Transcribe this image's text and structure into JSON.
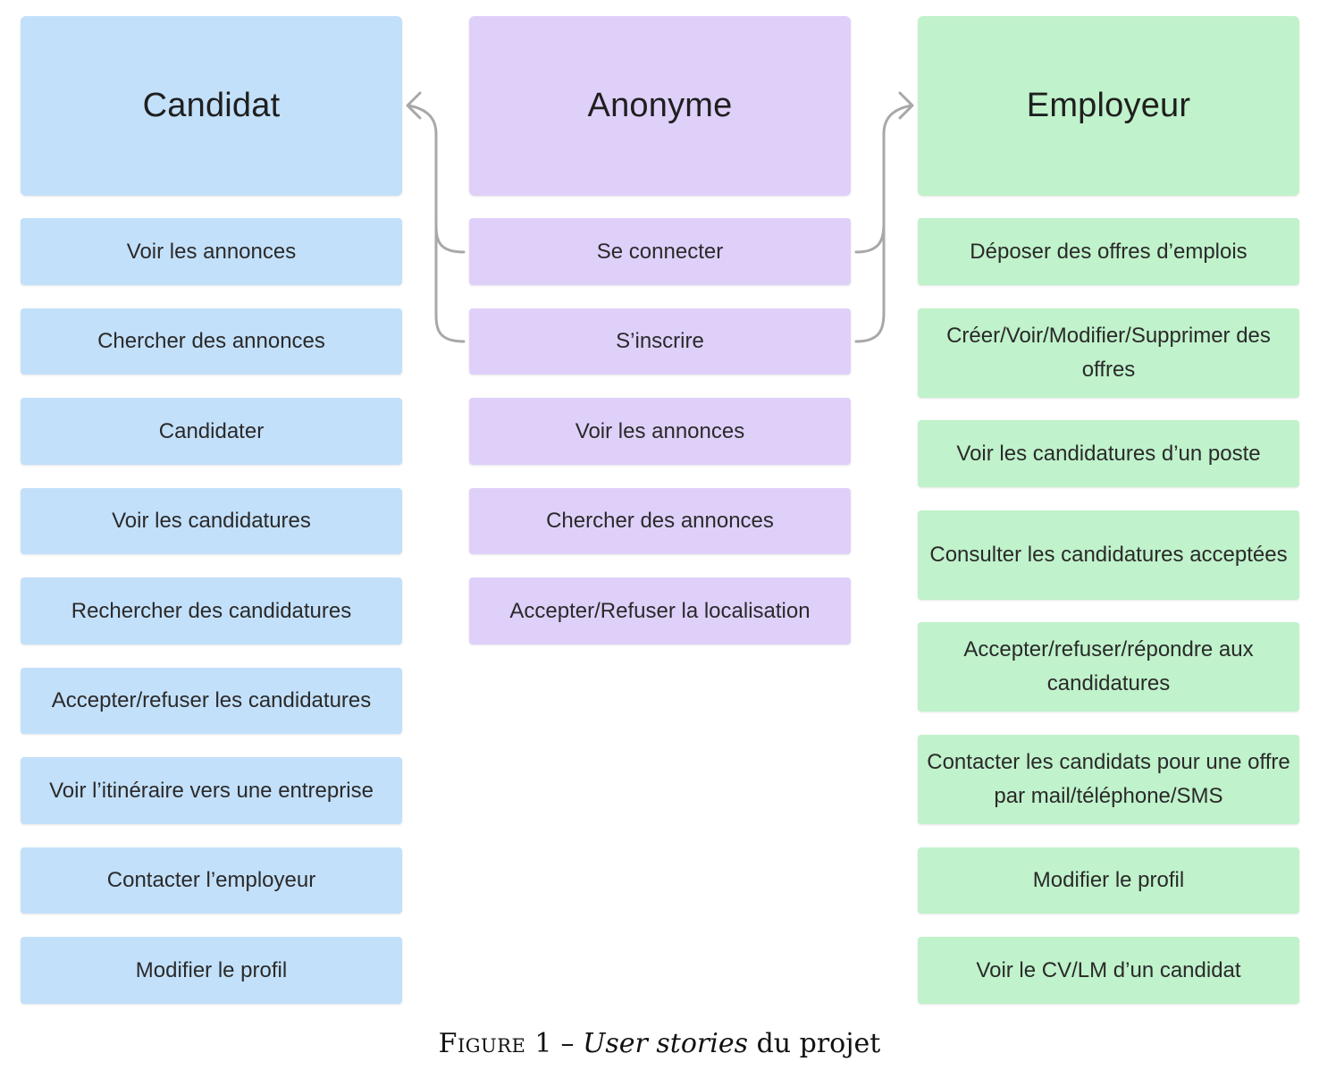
{
  "columns": {
    "candidat": {
      "title": "Candidat",
      "items": [
        "Voir les annonces",
        "Chercher des annonces",
        "Candidater",
        "Voir les candidatures",
        "Rechercher des candidatures",
        "Accepter/refuser les candidatures",
        "Voir l’itinéraire vers une entreprise",
        "Contacter l’employeur",
        "Modifier le profil"
      ]
    },
    "anonyme": {
      "title": "Anonyme",
      "items": [
        "Se connecter",
        "S’inscrire",
        "Voir les annonces",
        "Chercher des annonces",
        "Accepter/Refuser la localisation"
      ]
    },
    "employeur": {
      "title": "Employeur",
      "items": [
        "Déposer des offres d’emplois",
        "Créer/Voir/Modifier/Supprimer des offres",
        "Voir les candidatures d’un poste",
        "Consulter les candidatures acceptées",
        "Accepter/refuser/répondre aux candidatures",
        "Contacter les candidats pour une offre par mail/téléphone/SMS",
        "Modifier le profil",
        "Voir le CV/LM d’un candidat"
      ]
    }
  },
  "caption": {
    "figure": "Figure 1",
    "dash": "–",
    "emphasis": "User stories",
    "rest": "du projet"
  },
  "colors": {
    "candidat": "#c3e0fa",
    "anonyme": "#dfd0fa",
    "employeur": "#c0f2cb",
    "connector": "#a8a8a8"
  }
}
